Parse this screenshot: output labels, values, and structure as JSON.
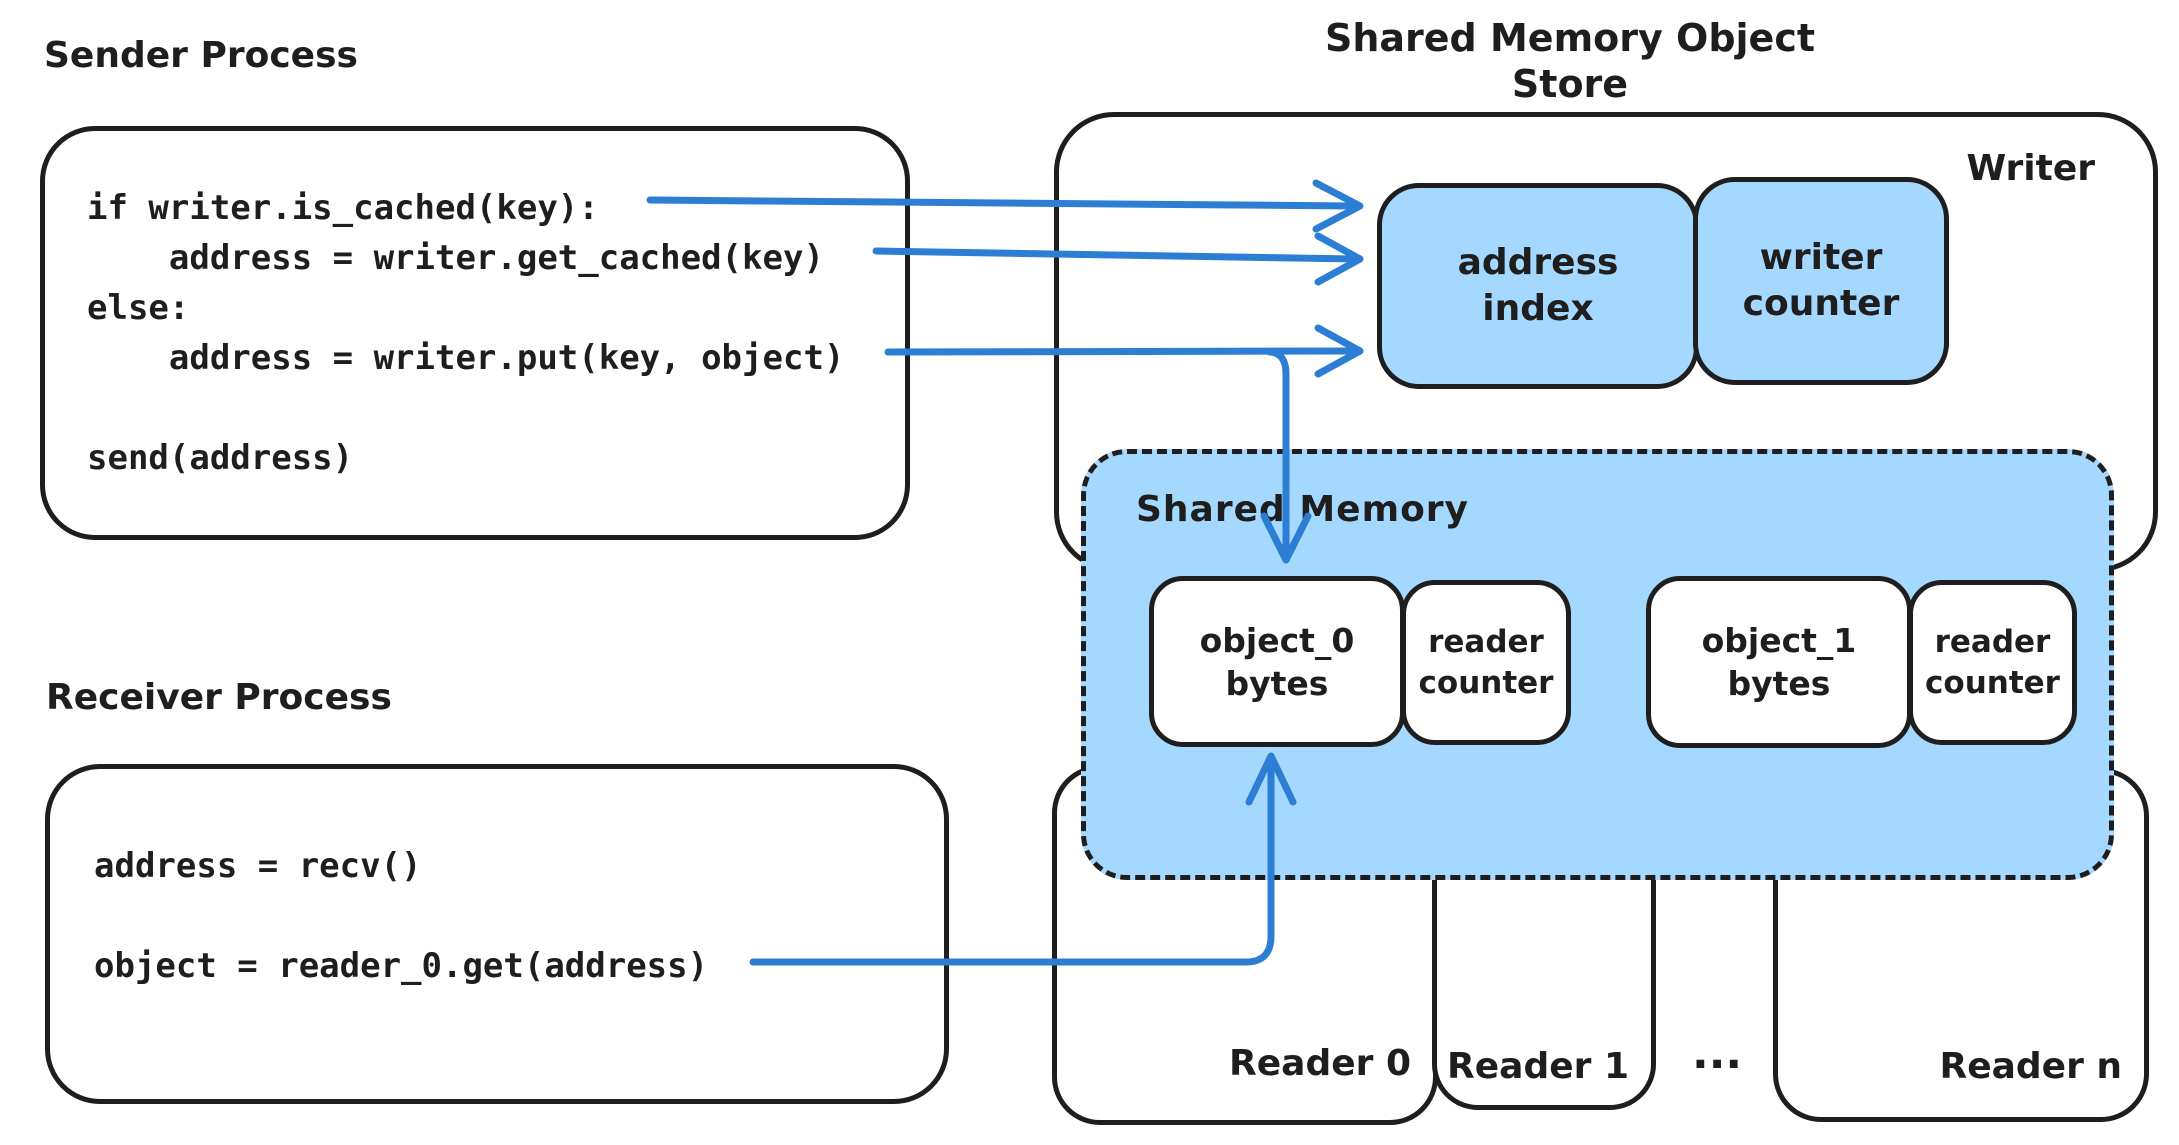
{
  "title": "Shared Memory Object Store",
  "sender": {
    "label": "Sender Process",
    "code": "if writer.is_cached(key):\n    address = writer.get_cached(key)\nelse:\n    address = writer.put(key, object)\n\nsend(address)"
  },
  "receiver": {
    "label": "Receiver Process",
    "code": "address = recv()\n\nobject = reader_0.get(address)"
  },
  "writer": {
    "label": "Writer",
    "address_index_label": "address\nindex",
    "writer_counter_label": "writer\ncounter"
  },
  "shared_memory": {
    "label": "Shared Memory",
    "cells": [
      {
        "object_label": "object_0\nbytes",
        "counter_label": "reader\ncounter"
      },
      {
        "object_label": "object_1\nbytes",
        "counter_label": "reader\ncounter"
      }
    ]
  },
  "readers": {
    "items": [
      "Reader 0",
      "Reader 1",
      "Reader n"
    ],
    "ellipsis": "..."
  },
  "colors": {
    "stroke": "#1e1e1e",
    "arrow_blue": "#2b7ed3",
    "fill_blue": "#a5d8ff"
  }
}
